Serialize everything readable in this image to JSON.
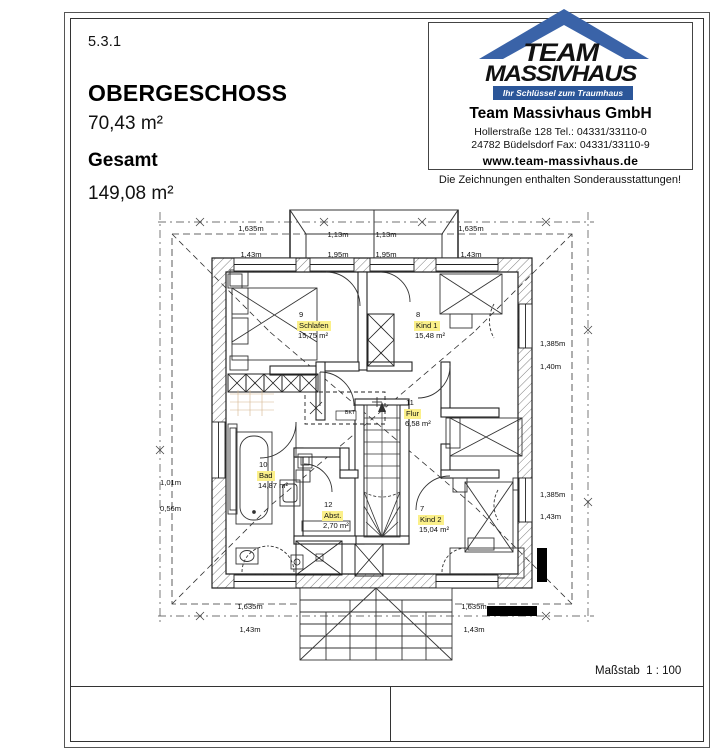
{
  "sheet": {
    "code": "5.3.1",
    "title": "OBERGESCHOSS",
    "area": "70,43 m²",
    "total_label": "Gesamt",
    "total_area": "149,08 m²",
    "scale_label": "Maßstab",
    "scale_value": "1 : 100"
  },
  "logo": {
    "word1": "TEAM",
    "word2": "MASSIVHAUS",
    "slogan": "Ihr Schlüssel zum Traumhaus",
    "company": "Team Massivhaus GmbH",
    "address_line1": "Hollerstraße 128   Tel.: 04331/33110-0",
    "address_line2": "24782 Büdelsdorf  Fax: 04331/33110-9",
    "website": "www.team-massivhaus.de",
    "note": "Die Zeichnungen enthalten Sonderausstattungen!",
    "brand_blue": "#2b5699",
    "roof_blue": "#3a63a8"
  },
  "rooms": [
    {
      "id": "schlafen",
      "number": "9",
      "name": "Schlafen",
      "area": "15,75 m²"
    },
    {
      "id": "kind1",
      "number": "8",
      "name": "Kind 1",
      "area": "15,48 m²"
    },
    {
      "id": "flur",
      "number": "11",
      "name": "Flur",
      "area": "6,58 m²"
    },
    {
      "id": "bad",
      "number": "10",
      "name": "Bad",
      "area": "14,87 m²"
    },
    {
      "id": "abst",
      "number": "12",
      "name": "Abst.",
      "area": "2,70 m²"
    },
    {
      "id": "kind2",
      "number": "7",
      "name": "Kind 2",
      "area": "15,04 m²"
    }
  ],
  "annotations": {
    "bkt": "BKT"
  },
  "dimensions": {
    "top_upper": [
      "1,635m",
      "1,13m",
      "1,13m",
      "1,635m"
    ],
    "top_lower": [
      "1,43m",
      "1,95m",
      "1,95m",
      "1,43m"
    ],
    "bottom_upper": [
      "1,635m",
      "1,635m"
    ],
    "bottom_lower": [
      "1,43m",
      "1,43m"
    ],
    "left": [
      "1,01m",
      "0,56m"
    ],
    "right_upper": [
      "1,385m",
      "1,40m"
    ],
    "right_lower": [
      "1,385m",
      "1,43m"
    ]
  }
}
